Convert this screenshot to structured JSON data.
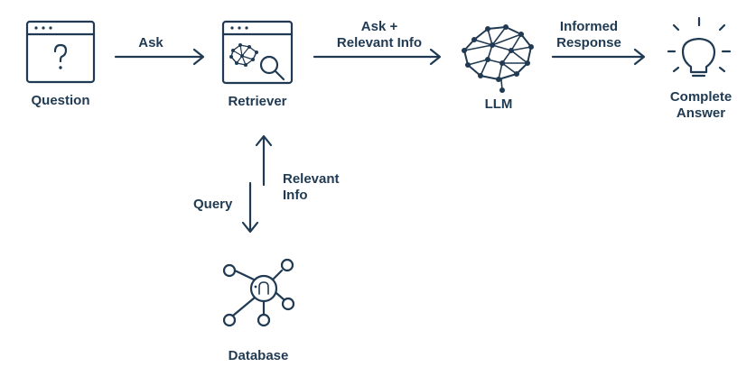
{
  "nodes": {
    "question": {
      "label": "Question"
    },
    "retriever": {
      "label": "Retriever"
    },
    "llm": {
      "label": "LLM"
    },
    "answer": {
      "label_line1": "Complete",
      "label_line2": "Answer"
    },
    "database": {
      "label": "Database"
    }
  },
  "edges": {
    "ask": {
      "label": "Ask"
    },
    "ask_relevant": {
      "line1": "Ask +",
      "line2": "Relevant Info"
    },
    "informed_response": {
      "line1": "Informed",
      "line2": "Response"
    },
    "relevant_info": {
      "line1": "Relevant",
      "line2": "Info"
    },
    "query": {
      "label": "Query"
    }
  },
  "colors": {
    "ink": "#1f3a52"
  }
}
